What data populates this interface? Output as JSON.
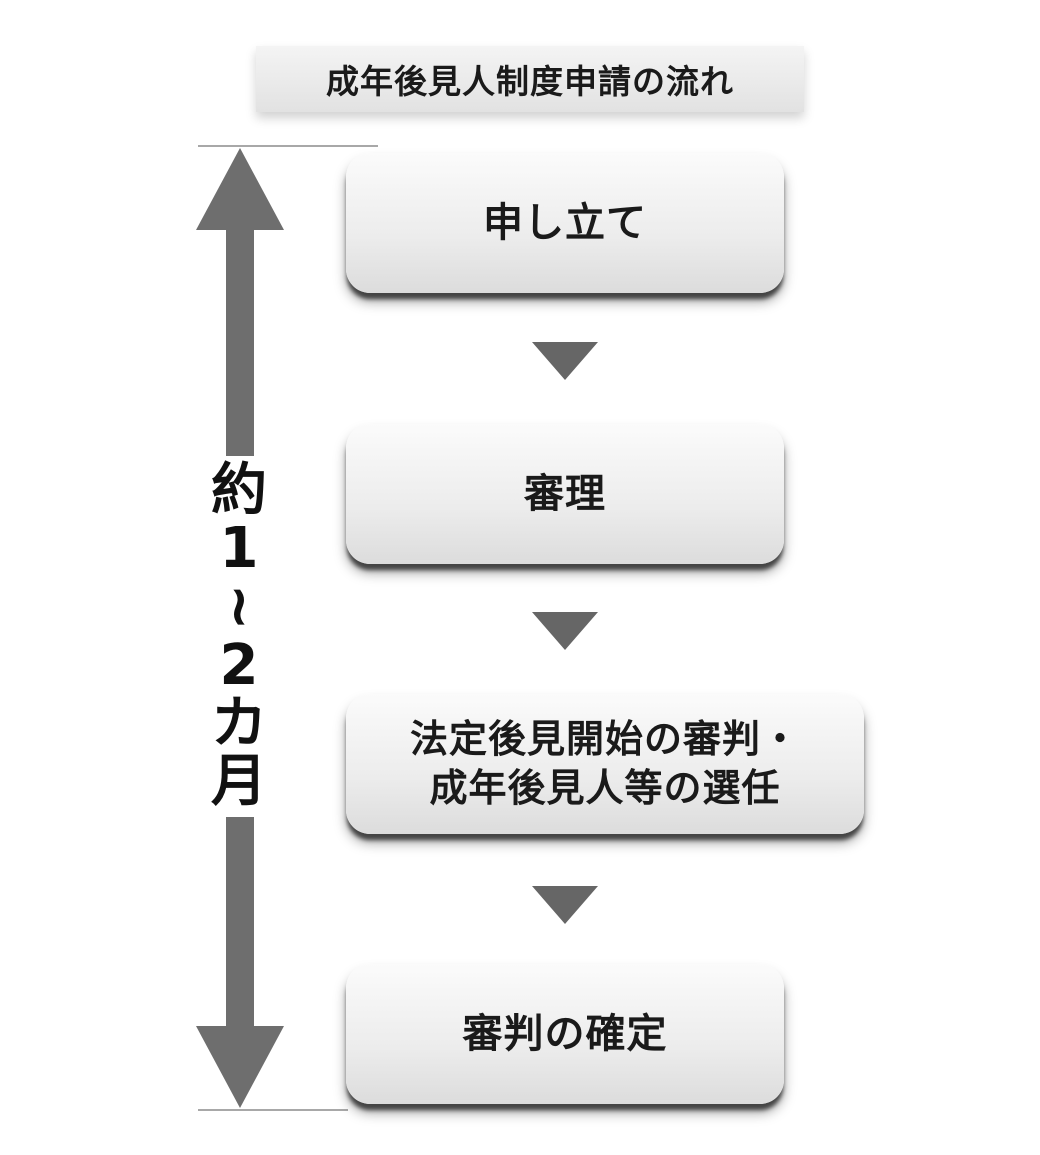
{
  "title": "成年後見人制度申請の流れ",
  "steps": [
    {
      "lines": [
        "申し立て"
      ]
    },
    {
      "lines": [
        "審理"
      ]
    },
    {
      "lines": [
        "法定後見開始の審判・",
        "成年後見人等の選任"
      ]
    },
    {
      "lines": [
        "審判の確定"
      ]
    }
  ],
  "duration": {
    "chars": [
      "約",
      "1",
      "~",
      "2",
      "カ",
      "月"
    ]
  },
  "colors": {
    "arrow": "#666666",
    "bracket_arrow": "#6e6e6e",
    "box_shadow": "#444444"
  }
}
